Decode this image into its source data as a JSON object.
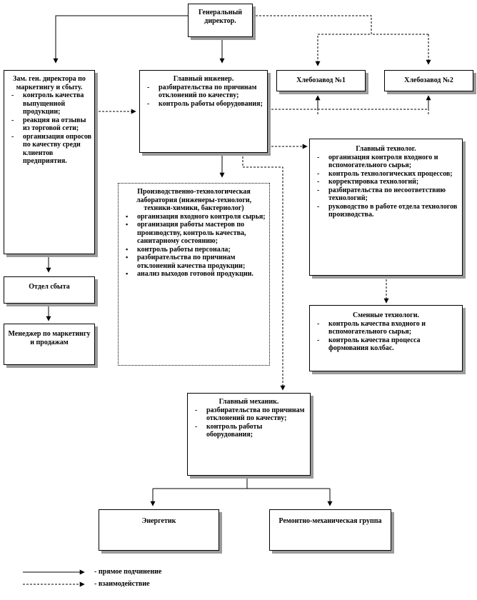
{
  "nodes": {
    "ceo": {
      "title": "Генеральный директор."
    },
    "deputy": {
      "title": "Зам. ген. директора по маркетингу и сбыту.",
      "items": [
        "контроль качества выпущенной продукции;",
        "реакция на отзывы из торговой сети;",
        "организация опросов по качеству среди клиентов предприятия."
      ]
    },
    "chief_engineer": {
      "title": "Главный инженер.",
      "items": [
        "разбирательства по причинам отклонений по качеству;",
        "контроль работы оборудования;"
      ]
    },
    "bakery1": {
      "title": "Хлебозавод №1"
    },
    "bakery2": {
      "title": "Хлебозавод №2"
    },
    "lab": {
      "title": "Производственно-технологическая лаборатория (инженеры-технологи, техники-химики, бактериолог)",
      "items": [
        "организация входного контроля сырья;",
        "организация работы мастеров по производству, контроль качества, санитарному состоянию;",
        "контроль работы персонала;",
        "разбирательства по причинам отклонений качества продукции;",
        "анализ выходов готовой продукции."
      ]
    },
    "chief_technologist": {
      "title": "Главный технолог.",
      "items": [
        "организация контроля входного и вспомогательного сырья;",
        "контроль технологических процессов;",
        "корректировка технологий;",
        "разбирательства по несоответствию технологий;",
        "руководство в работе отдела технологов производства."
      ]
    },
    "sales": {
      "title": "Отдел сбыта"
    },
    "manager": {
      "title": "Менеджер по маркетингу и продажам"
    },
    "shift_tech": {
      "title": "Сменные технологи.",
      "items": [
        "контроль качества входного и вспомогательного сырья;",
        "контроль качества процесса формования колбас."
      ]
    },
    "chief_mechanic": {
      "title": "Главный механик.",
      "items": [
        "разбирательства по причинам отклонений по качеству;",
        "контроль работы оборудования;"
      ]
    },
    "energy": {
      "title": "Энергетик"
    },
    "repair": {
      "title": "Ремонтно-механическая группа"
    }
  },
  "legend": {
    "direct": "- прямое подчинение",
    "interaction": "- взаимодействие"
  }
}
